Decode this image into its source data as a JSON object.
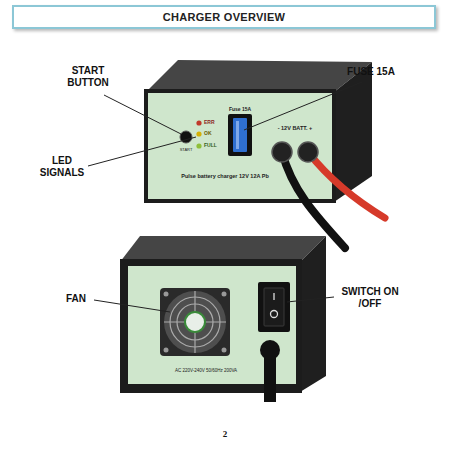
{
  "diagram": {
    "title": "CHARGER OVERVIEW",
    "labels": [
      "START BUTTON",
      "LED SIGNALS",
      "FUSE 15A",
      "Fuse 15A",
      "ERR",
      "OK",
      "FULL",
      "START",
      "- 12V BATT. +",
      "Pulse battery charger 12V 12A Pb",
      "FAN",
      "SWITCH ON /OFF",
      "AC 220V-240V 50/60Hz 200VA",
      "2"
    ]
  }
}
